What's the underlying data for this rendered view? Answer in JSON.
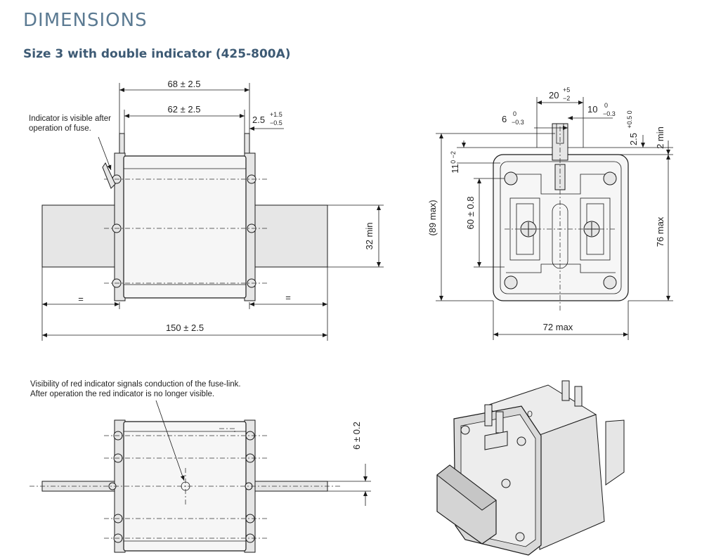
{
  "heading": "DIMENSIONS",
  "subtitle": "Size 3 with double indicator (425-800A)",
  "top_left": {
    "indicator_note_line1": "Indicator is visible after",
    "indicator_note_line2": "operation of fuse.",
    "dim_overall_top": "68 ± 2.5",
    "dim_inner_top": "62 ± 2.5",
    "dim_tab_main": "2.5",
    "dim_tab_plus": "+1.5",
    "dim_tab_minus": "−0.5",
    "dim_blade_height": "32 min",
    "dim_equal_left": "=",
    "dim_equal_right": "=",
    "dim_overall_length": "150 ± 2.5"
  },
  "top_right": {
    "dim_slot_main": "20",
    "dim_slot_plus": "+5",
    "dim_slot_minus": "−2",
    "dim_left_main": "6",
    "dim_left_plus": "0",
    "dim_left_minus": "−0.3",
    "dim_right_main": "10",
    "dim_right_plus": "0",
    "dim_right_minus": "−0.3",
    "dim_top_main": "2.5",
    "dim_top_tol": "+0.5 0",
    "dim_top_min": "2 min",
    "dim_side_main": "11",
    "dim_side_tol": "0 −2",
    "dim_max_height": "(89 max)",
    "dim_hole_spacing": "60 ± 0.8",
    "dim_body_height": "76 max",
    "dim_width": "72 max"
  },
  "bottom_left": {
    "visibility_note_line1": "Visibility of red indicator signals conduction of the fuse-link.",
    "visibility_note_line2": "After operation the red indicator is no longer visible.",
    "dim_blade_thickness": "6 ± 0.2"
  }
}
